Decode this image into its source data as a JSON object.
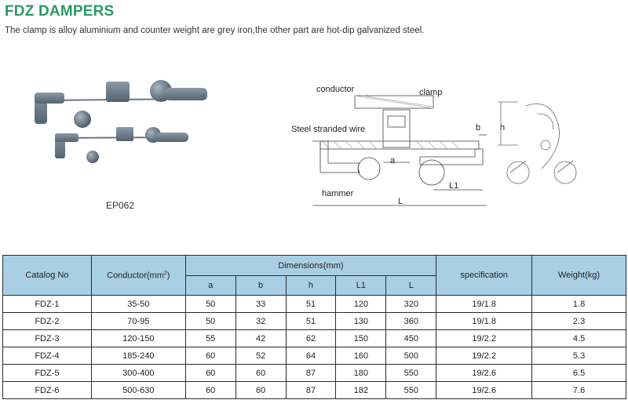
{
  "header": {
    "title": "FDZ DAMPERS",
    "subtitle": "The clamp is alloy aluminium and counter weight are grey iron,the other part are hot-dip galvanized steel."
  },
  "photo": {
    "caption": "EP062"
  },
  "diagram": {
    "labels": {
      "conductor": "conductor",
      "clamp": "clamp",
      "steel_wire": "Steel stranded wire",
      "hammer": "hammer",
      "a": "a",
      "b": "b",
      "h": "h",
      "L1": "L1",
      "L": "L"
    }
  },
  "table": {
    "headers": {
      "catalog": "Catalog No",
      "conductor": "Conductor(mm",
      "conductor_sup": "2",
      "conductor_close": ")",
      "dimensions": "Dimensions(mm)",
      "specification": "specification",
      "weight": "Weight(kg)",
      "sub": [
        "a",
        "b",
        "h",
        "L1",
        "L"
      ]
    },
    "rows": [
      [
        "FDZ-1",
        "35-50",
        "50",
        "33",
        "51",
        "120",
        "320",
        "19/1.8",
        "1.8"
      ],
      [
        "FDZ-2",
        "70-95",
        "50",
        "32",
        "51",
        "130",
        "360",
        "19/1.8",
        "2.3"
      ],
      [
        "FDZ-3",
        "120-150",
        "55",
        "42",
        "62",
        "150",
        "450",
        "19/2.2",
        "4.5"
      ],
      [
        "FDZ-4",
        "185-240",
        "60",
        "52",
        "64",
        "160",
        "500",
        "19/2.2",
        "5.3"
      ],
      [
        "FDZ-5",
        "300-400",
        "60",
        "60",
        "87",
        "180",
        "550",
        "19/2.6",
        "6.5"
      ],
      [
        "FDZ-6",
        "500-630",
        "60",
        "60",
        "87",
        "182",
        "550",
        "19/2.6",
        "7.6"
      ]
    ]
  }
}
